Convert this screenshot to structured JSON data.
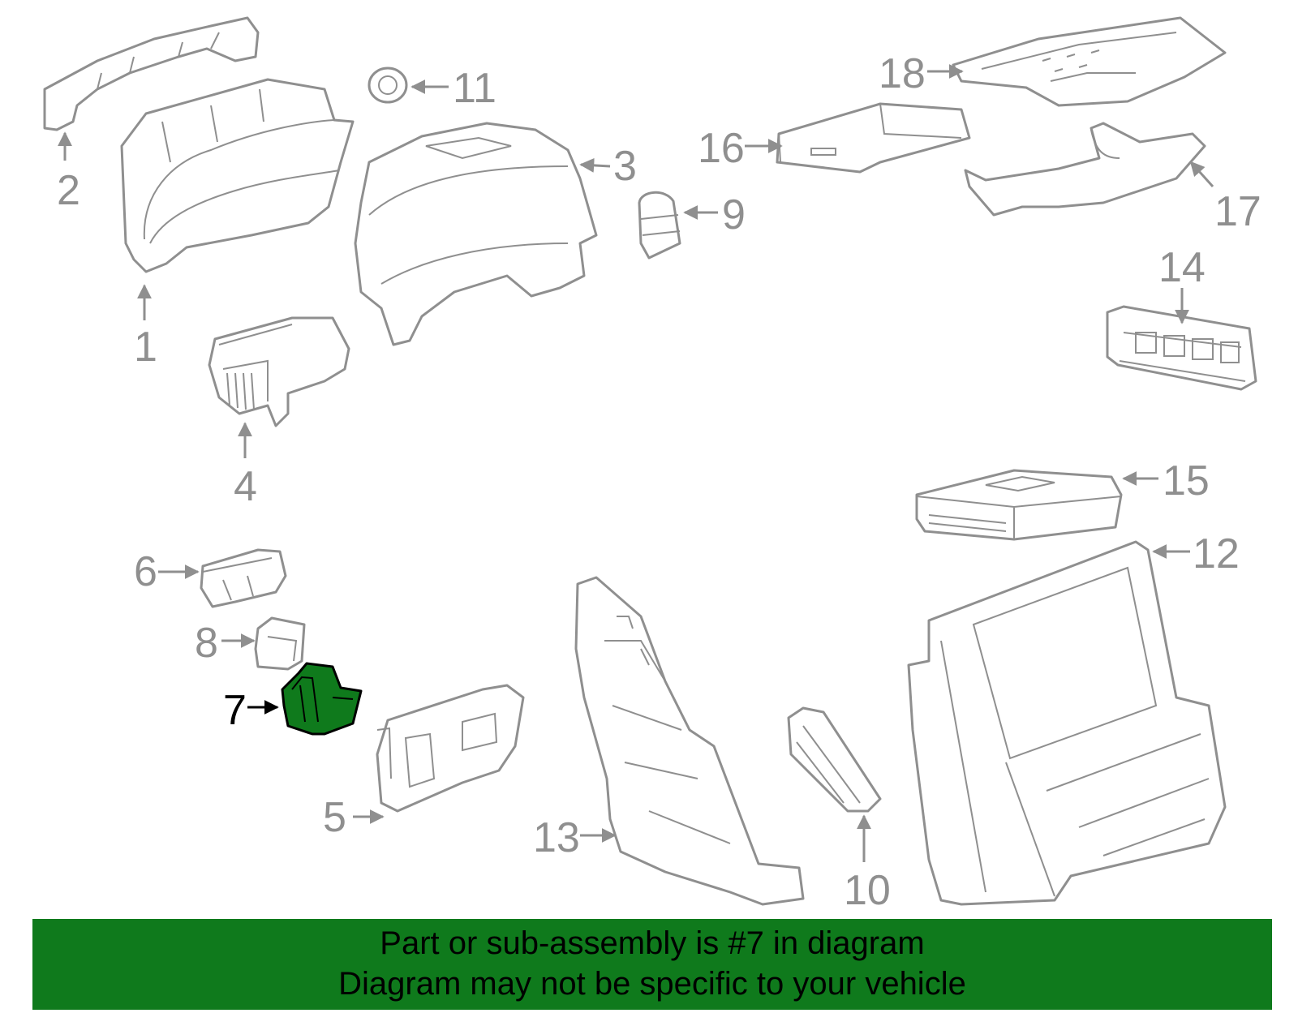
{
  "diagram": {
    "callouts": [
      "1",
      "2",
      "3",
      "4",
      "5",
      "6",
      "7",
      "8",
      "9",
      "10",
      "11",
      "12",
      "13",
      "14",
      "15",
      "16",
      "17",
      "18"
    ],
    "highlighted_part": "7",
    "highlight_color": "#0f7a1c",
    "line_color": "#8f8f8f"
  },
  "banner": {
    "line1": "Part or sub-assembly is #7 in diagram",
    "line2": "Diagram may not be specific to your vehicle",
    "background": "#0f7a1c"
  }
}
